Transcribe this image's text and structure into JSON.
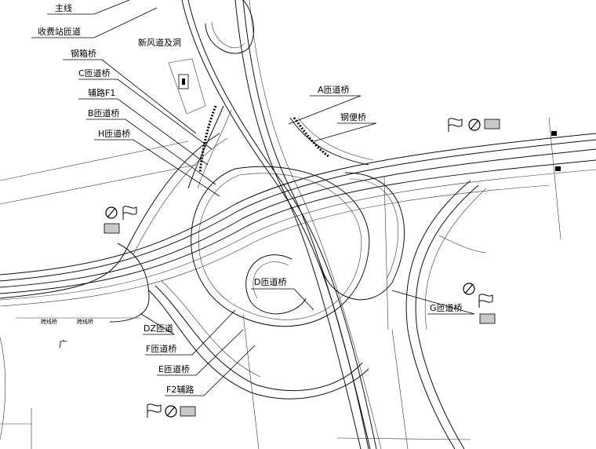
{
  "labels": {
    "mainline": "主线",
    "toll_ramp": "收费站匝道",
    "steel_bridge_top": "钢箱桥",
    "ventilation_tunnel": "新风道及洞",
    "ramp_c": "C匝道桥",
    "aux_f1": "辅路F1",
    "ramp_b": "B匝道桥",
    "ramp_h": "H匝道桥",
    "ramp_a": "A匝道桥",
    "steel_bridge_right": "钢便桥",
    "ramp_d": "D匝道桥",
    "ramp_g": "G匝道桥",
    "ramp_dz": "DZ匝道",
    "ramp_f": "F匝道桥",
    "ramp_e": "E匝道桥",
    "aux_f2": "F2辅路",
    "small_left_1": "跨线桥",
    "small_left_2": "跨线桥",
    "mark_guang": "广"
  },
  "icons": [
    "flag-icon",
    "no-entry-icon",
    "gray-marker-box"
  ]
}
